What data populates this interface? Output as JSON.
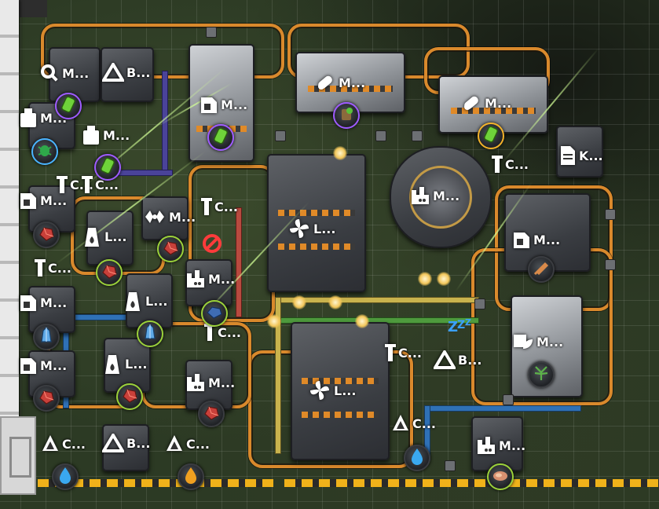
{
  "palette": {
    "belt": "#d9892c",
    "fluid_pipe": "#2f71b6",
    "quality_ring": "#9bd13a",
    "rare_ring": "#9e5bff",
    "uncommon_ring": "#4ab4ff",
    "legendary_ring": "#f3b22a"
  },
  "labels": [
    {
      "id": "t1",
      "icon": "quality-module-icon",
      "text": "M..."
    },
    {
      "id": "t2",
      "icon": "recycler-triangle-icon",
      "text": "B..."
    },
    {
      "id": "t3",
      "icon": "assembler-icon",
      "text": "M..."
    },
    {
      "id": "t4",
      "icon": "chemical-plant-icon",
      "text": "M..."
    },
    {
      "id": "t5",
      "icon": "refinery-bottle-icon",
      "text": "M..."
    },
    {
      "id": "t6",
      "icon": "refinery-bottle-icon",
      "text": "M..."
    },
    {
      "id": "t7",
      "icon": "chemical-plant-icon",
      "text": "M..."
    },
    {
      "id": "t8",
      "icon": "inserter-icon",
      "text": "C..."
    },
    {
      "id": "t9",
      "icon": "document-icon",
      "text": "K..."
    },
    {
      "id": "t10",
      "icon": "assembler-icon",
      "text": "M..."
    },
    {
      "id": "t11",
      "icon": "inserter-icon",
      "text": "C..."
    },
    {
      "id": "t12",
      "icon": "foundry-icon",
      "text": "M..."
    },
    {
      "id": "t13",
      "icon": "inserter-icon",
      "text": "C..."
    },
    {
      "id": "t14",
      "icon": "lab-fan-icon",
      "text": "L..."
    },
    {
      "id": "t15",
      "icon": "crusher-icon",
      "text": "M..."
    },
    {
      "id": "t16",
      "icon": "assembler-icon",
      "text": "M..."
    },
    {
      "id": "t17",
      "icon": "furnace-icon",
      "text": "L..."
    },
    {
      "id": "t18",
      "icon": "foundry-icon",
      "text": "M..."
    },
    {
      "id": "t19",
      "icon": "inserter-icon",
      "text": "C..."
    },
    {
      "id": "t20",
      "icon": "greenhouse-icon",
      "text": "M..."
    },
    {
      "id": "t21",
      "icon": "assembler-icon",
      "text": "M..."
    },
    {
      "id": "t22",
      "icon": "furnace-icon",
      "text": "L..."
    },
    {
      "id": "t23",
      "icon": "inserter-icon",
      "text": "C..."
    },
    {
      "id": "t24",
      "icon": "assembler-icon",
      "text": "M..."
    },
    {
      "id": "t25",
      "icon": "furnace-icon",
      "text": "L..."
    },
    {
      "id": "t26",
      "icon": "foundry-icon",
      "text": "M..."
    },
    {
      "id": "t27",
      "icon": "greenhouse-icon",
      "text": "M..."
    },
    {
      "id": "t28",
      "icon": "inserter-icon",
      "text": "C..."
    },
    {
      "id": "t29",
      "icon": "recycler-triangle-icon",
      "text": "B..."
    },
    {
      "id": "t30",
      "icon": "lab-fan-icon",
      "text": "L..."
    },
    {
      "id": "t31",
      "icon": "offshore-pump-icon",
      "text": "C..."
    },
    {
      "id": "t32",
      "icon": "foundry-icon",
      "text": "M..."
    },
    {
      "id": "t33",
      "icon": "offshore-pump-icon",
      "text": "C..."
    },
    {
      "id": "t34",
      "icon": "recycler-triangle-icon",
      "text": "B..."
    },
    {
      "id": "t35",
      "icon": "offshore-pump-icon",
      "text": "C..."
    },
    {
      "id": "t36",
      "icon": "inserter-icon",
      "text": "C..."
    }
  ],
  "items": [
    {
      "id": "i1",
      "icon": "green-circuit-icon",
      "ring": "purple"
    },
    {
      "id": "i2",
      "icon": "green-circuit-icon",
      "ring": "purple"
    },
    {
      "id": "i3",
      "icon": "green-circuit-icon",
      "ring": "purple"
    },
    {
      "id": "i4",
      "icon": "barrel-icon",
      "ring": "purple"
    },
    {
      "id": "i5",
      "icon": "green-circuit-icon",
      "ring": "amber"
    },
    {
      "id": "i6",
      "icon": "bug-icon",
      "ring": "blue"
    },
    {
      "id": "i7",
      "icon": "red-ore-icon",
      "ring": "none"
    },
    {
      "id": "i8",
      "icon": "red-ore-icon",
      "ring": "green"
    },
    {
      "id": "i9",
      "icon": "red-ore-icon",
      "ring": "green"
    },
    {
      "id": "i10",
      "icon": "blue-ore-icon",
      "ring": "green"
    },
    {
      "id": "i11",
      "icon": "blue-crystal-icon",
      "ring": "green"
    },
    {
      "id": "i12",
      "icon": "blue-crystal-icon",
      "ring": "none"
    },
    {
      "id": "i13",
      "icon": "red-ore-icon",
      "ring": "green"
    },
    {
      "id": "i14",
      "icon": "red-ore-icon",
      "ring": "none"
    },
    {
      "id": "i15",
      "icon": "red-ore-icon",
      "ring": "none"
    },
    {
      "id": "i16",
      "icon": "sword-icon",
      "ring": "none"
    },
    {
      "id": "i17",
      "icon": "plant-icon",
      "ring": "none"
    },
    {
      "id": "i18",
      "icon": "water-drop-icon",
      "ring": "none"
    },
    {
      "id": "i19",
      "icon": "water-drop-icon",
      "ring": "none"
    },
    {
      "id": "i20",
      "icon": "fire-drop-icon",
      "ring": "none"
    },
    {
      "id": "i21",
      "icon": "meat-icon",
      "ring": "green"
    }
  ]
}
